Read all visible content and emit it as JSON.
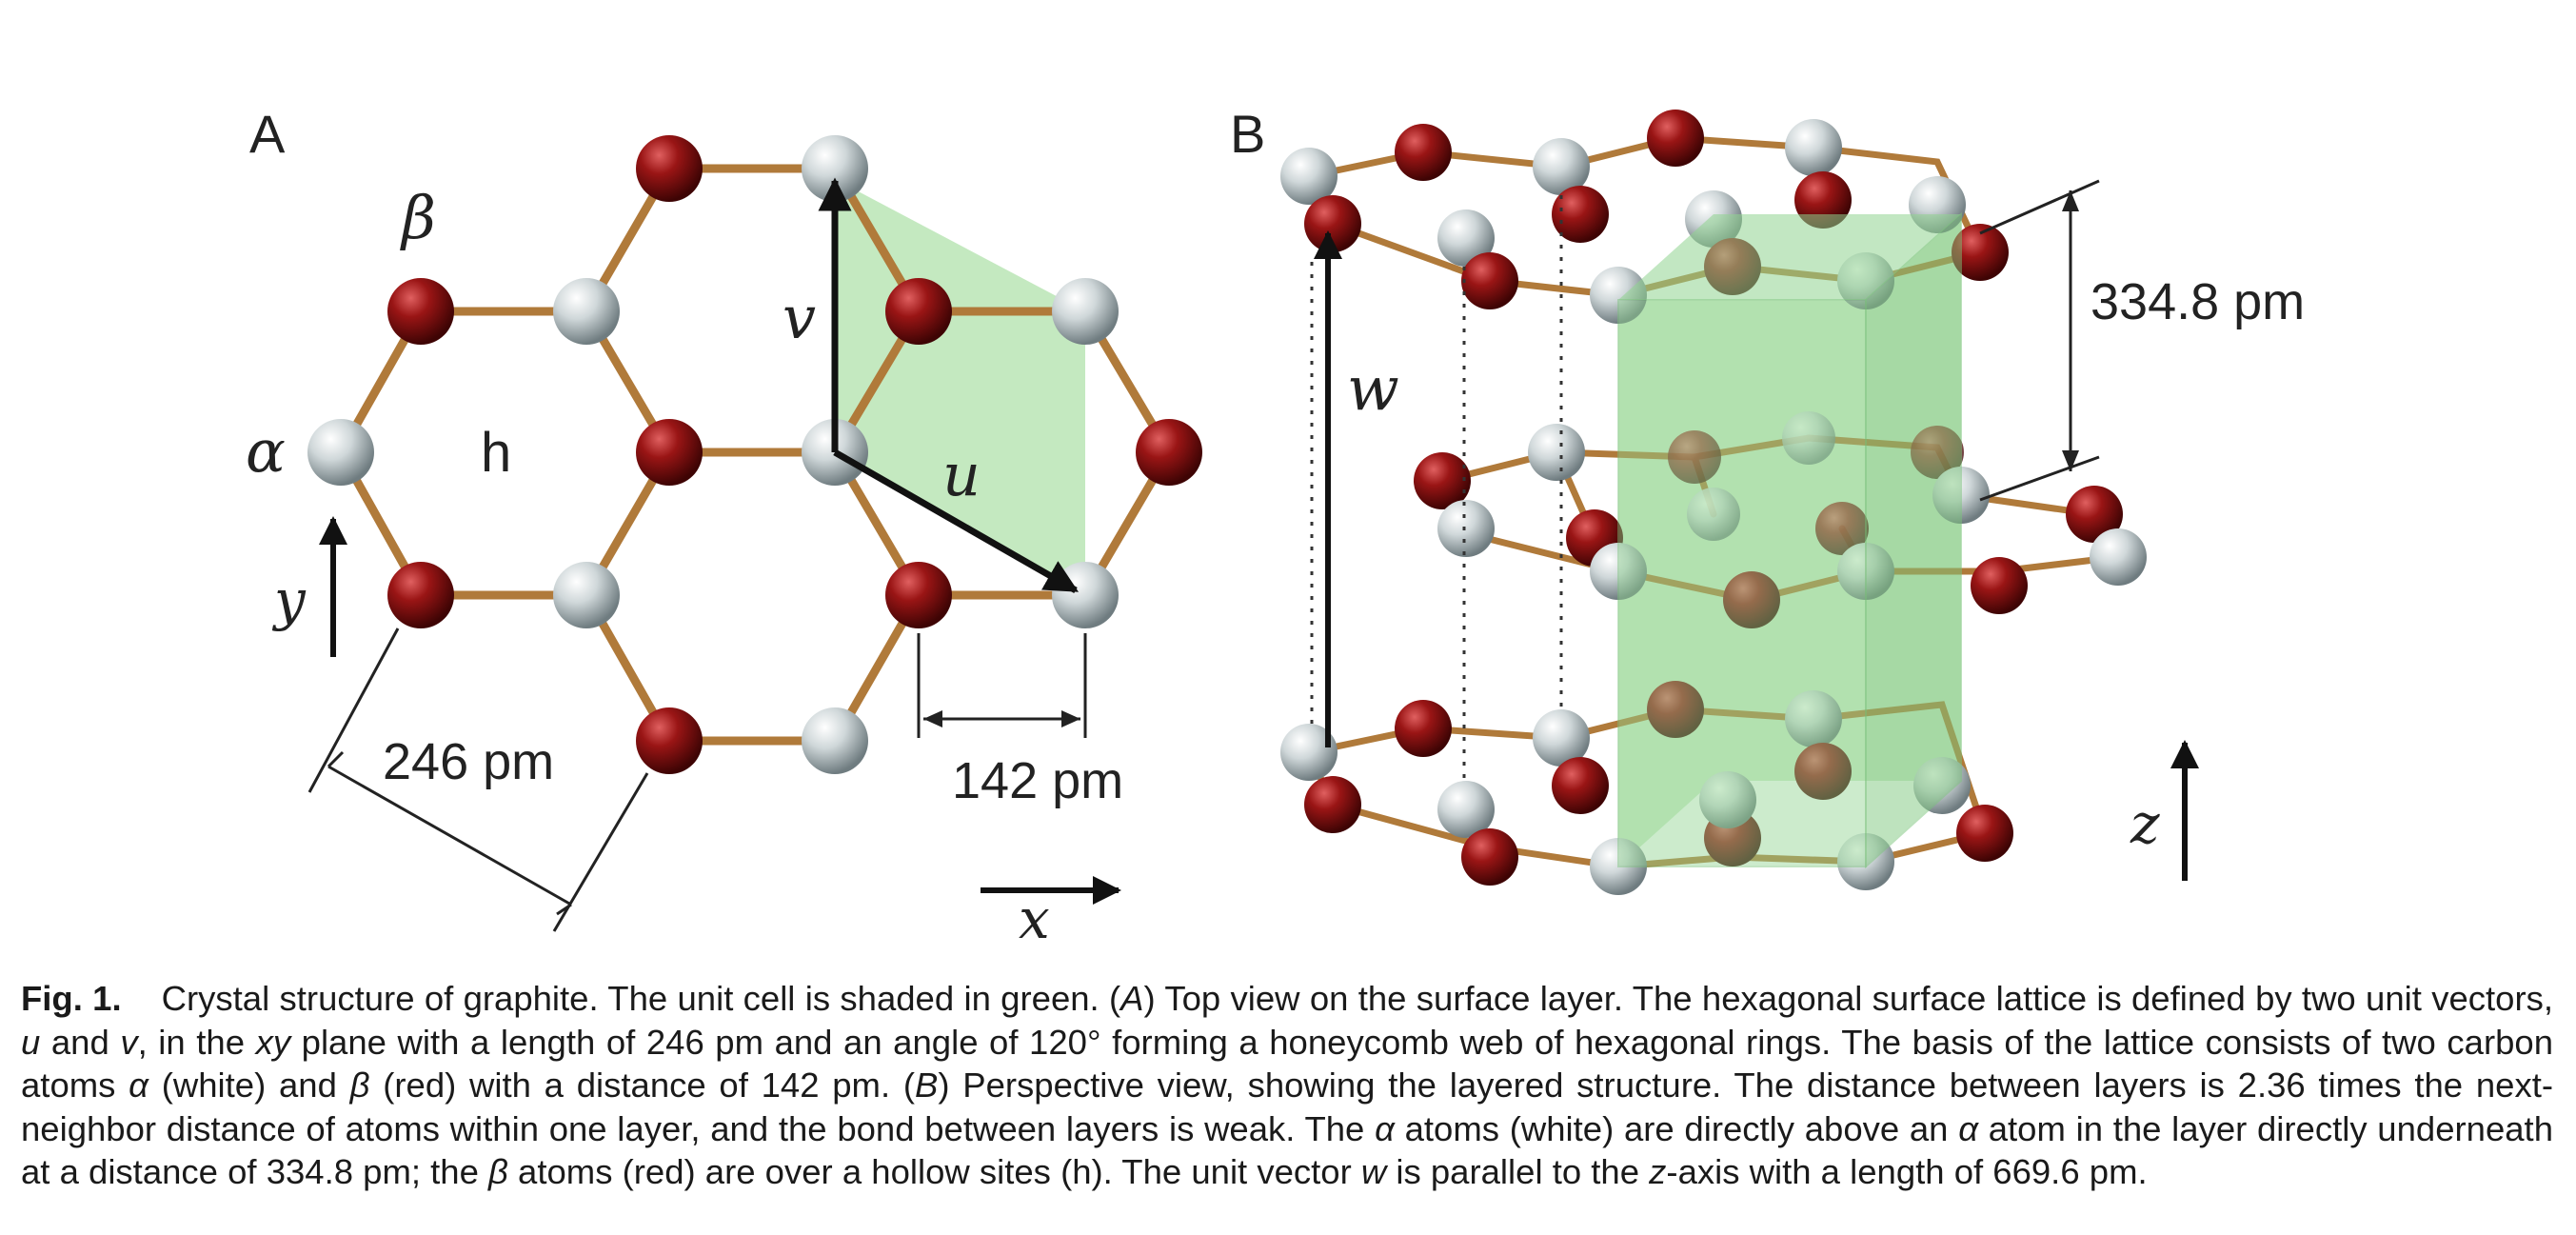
{
  "panel_a": {
    "label": "A",
    "beta_label": "β",
    "alpha_label": "α",
    "hollow_label": "h",
    "vector_v": "v",
    "vector_u": "u",
    "axis_y": "y",
    "axis_x": "x",
    "dim_lattice": "246 pm",
    "dim_bond": "142 pm"
  },
  "panel_b": {
    "label": "B",
    "vector_w": "w",
    "axis_z": "z",
    "dim_interlayer": "334.8 pm"
  },
  "caption": {
    "fig_number": "Fig. 1.",
    "p1": "Crystal structure of graphite. The unit cell is shaded in green. (",
    "A": "A",
    "p2": ") Top view on the surface layer. The hexagonal surface lattice is defined by two unit vectors, ",
    "u": "u",
    "p3": " and ",
    "v": "v",
    "p4": ", in the ",
    "xy": "xy",
    "p5": " plane with a length of 246 pm and an angle of 120° forming a honeycomb web of hexagonal rings. The basis of the lattice consists of two carbon atoms ",
    "alpha": "α",
    "p6": " (white) and ",
    "beta": "β",
    "p7": " (red) with a distance of 142 pm. (",
    "B": "B",
    "p8": ") Perspective view, showing the layered structure. The distance between layers is 2.36 times the next-neighbor distance of atoms within one layer, and the bond between layers is weak. The ",
    "alpha2": "α",
    "p9": " atoms (white) are directly above an ",
    "alpha3": "α",
    "p10": " atom in the layer directly underneath at a distance of 334.8 pm; the ",
    "beta2": "β",
    "p11": " atoms (red) are over a hollow sites (h). The unit vector ",
    "w": "w",
    "p12": " is parallel to the ",
    "z": "z",
    "p13": "-axis with a length of 669.6 pm."
  },
  "colors": {
    "alpha_atom": "#c9d1d3",
    "beta_atom": "#8e1010",
    "bond": "#b07a3a",
    "unit_cell": "#8fd48f"
  }
}
